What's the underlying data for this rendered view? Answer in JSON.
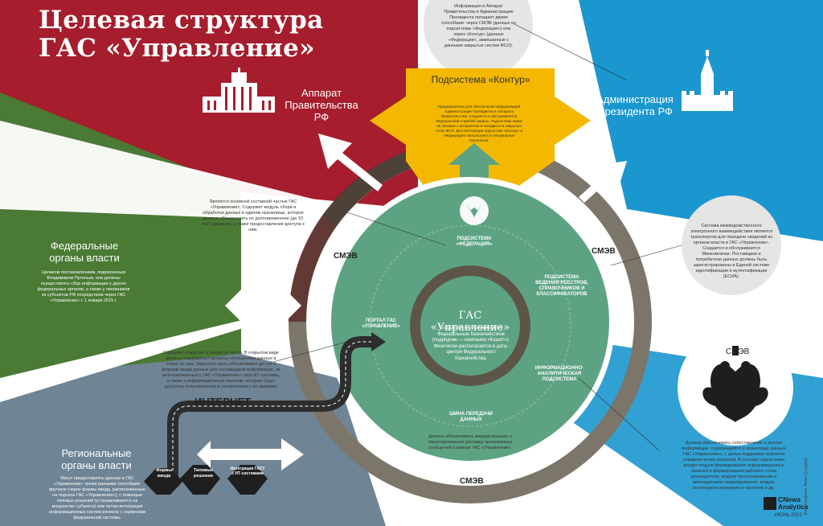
{
  "title_line1": "Целевая структура",
  "title_line2": "ГАС «Управление»",
  "top_info": "Информация в Аппарат Правительства и Администрацию Президента попадает двумя способами: через СМЭВ (данные из подсистемы «Федерация») или через «Контур» (данные «Федерации», замешанные с данными закрытых систем ФСО).",
  "kontur": {
    "title": "Подсистема «Контур»",
    "text": "Предназначена для обеспечения информацией Администрации Президента и Аппарата Правительства. Создается и обслуживается Федеральной службой охраны. Подсистема никак не связана с интернетом и находится в закрытых сетях ФСО. Для интеграции подсистем «Контур» и «Федерация» используются специальные технологии."
  },
  "apparat": {
    "line1": "Аппарат",
    "line2": "Правительства РФ"
  },
  "admin": {
    "line1": "Администрация",
    "line2": "Президента РФ"
  },
  "federal": {
    "line1": "Федеральные",
    "line2": "органы власти",
    "text": "Целиком постановлением, подписанным Владимиром Путиным, они должны осуществлять сбор информации у других федеральных органов, а также у чиновников из субъектов РФ посредством через ГАС «Управление» с 1 января 2015 г."
  },
  "regional": {
    "line1": "Региональные",
    "line2": "органы власти",
    "text": "Могут предоставлять данные в ГАС «Управление» тремя разными способами: вручную (через формы ввода, расположенные на портале ГАС «Управление»), с помощью типовых решений (устанавливаются на мощностях субъекта) или путем интеграции информационных систем региона с сервисами федеральной системы."
  },
  "federation_info": "Является основной составной частью ГАС «Управление». Содержит модуль сбора и обработки данных в едином хранилище, которое должно обеспечивать их долговременное (до 10 лет) хранение, а также предоставление доступа к ним.",
  "portal_info": "Содержит открытую и закрытую части. В открытом виде должны содержаться витрины обобщенных данных в плане по ним. Закрытая часть обеспечивает доступ к формам ввода данных для поставщиков информации, не интегрированных с ГАС «Управление» свои ИТ-системы, а также к информационным панелям, которые будут доступны пользователям в соответствии с их правами.",
  "smev_info": "Система межведомственного электронного взаимодействия является транспортом для передачи сведений из органов власти в ГАС «Управление». Создается и обслуживается Минкомсвязи. Поставщики и потребители данных должны быть зарегистрированы в Единой системе идентификации и аутентификации (ЕСИА).",
  "analytic_info": "Должна обеспечивать сопоставление и анализ информации, содержащейся в хранилище данных ГАС «Управление», с целью поддержки принятия управленческих решений. В составе подсистемы входят модули формирования информационных панелей и формирования рабочего стола руководителя, модули прогнозирования и имитационного моделирования, модуль мониторинга программ и проектов и др.",
  "bus_info": "Должна обеспечивать маршрутизацию и гарантированную доставку программных сообщений в рамках ГАС «Управление».",
  "smev_label": "СМЭВ",
  "internet_label": "ИНТЕРНЕТ",
  "center": {
    "title": "ГАС «Управление»",
    "text": "Создается и обслуживается Федеральным Казначейством (подрядчик — компания «Кашет»). Физически располагается в дата-центре Федерального Казначейства."
  },
  "subsystems": {
    "federation": "ПОДСИСТЕМА «ФЕДЕРАЦИЯ»",
    "registry": "ПОДСИСТЕМА ВЕДЕНИЯ РЕЕСТРОВ, СПРАВОЧНИКОВ И КЛАССИФИКАТОРОВ",
    "analytic": "ИНФОРМАЦИОННО-АНАЛИТИЧЕСКАЯ ПОДСИСТЕМА",
    "bus": "ШИНА ПЕРЕДАЧИ ДАННЫХ",
    "portal": "ПОРТАЛ ГАС «УПРАВЛЕНИЕ»"
  },
  "hexes": {
    "forms": "Формы ввода",
    "typical": "Типовые решения",
    "integration": "Интеграция ГАСУ с ИТ-системами"
  },
  "brand": {
    "line1": "CNews",
    "line2": "Analytics",
    "date": "ИЮНЬ 2013"
  },
  "credit": "Инфографика: Анна Суходова",
  "colors": {
    "red": "#a61d2d",
    "blue": "#1b97cf",
    "green": "#4a7a34",
    "slate": "#6f8494",
    "yellow": "#f4b800",
    "teal": "#5da383",
    "ring": "#7b7669"
  }
}
